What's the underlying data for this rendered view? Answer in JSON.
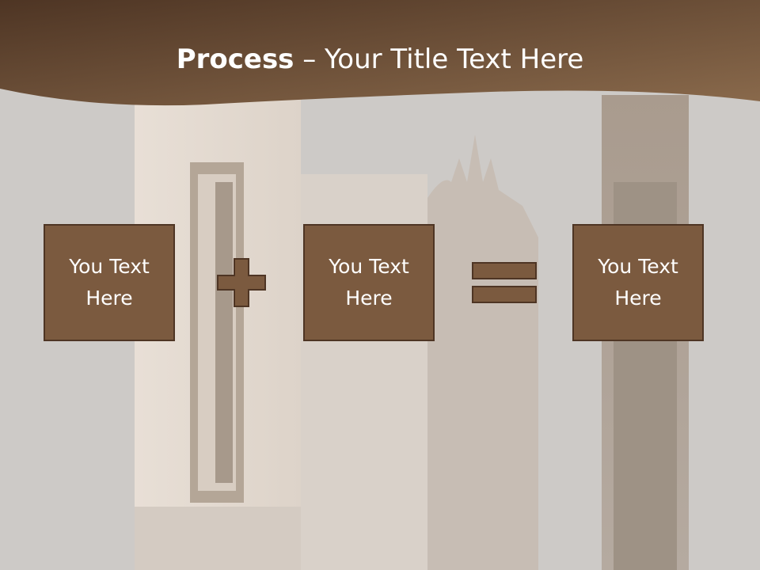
{
  "slide": {
    "title_bold": "Process",
    "title_rest": " – Your Title Text Here"
  },
  "process": {
    "boxes": [
      {
        "label": "You Text Here"
      },
      {
        "label": "You Text Here"
      },
      {
        "label": "You Text Here"
      }
    ],
    "operators": [
      "plus-icon",
      "equals-icon"
    ]
  },
  "colors": {
    "header_dark": "#4e3524",
    "header_light": "#8a6a4c",
    "box_fill": "#7b5a3f",
    "box_border": "#4e3524",
    "background": "#cfcdcb"
  }
}
